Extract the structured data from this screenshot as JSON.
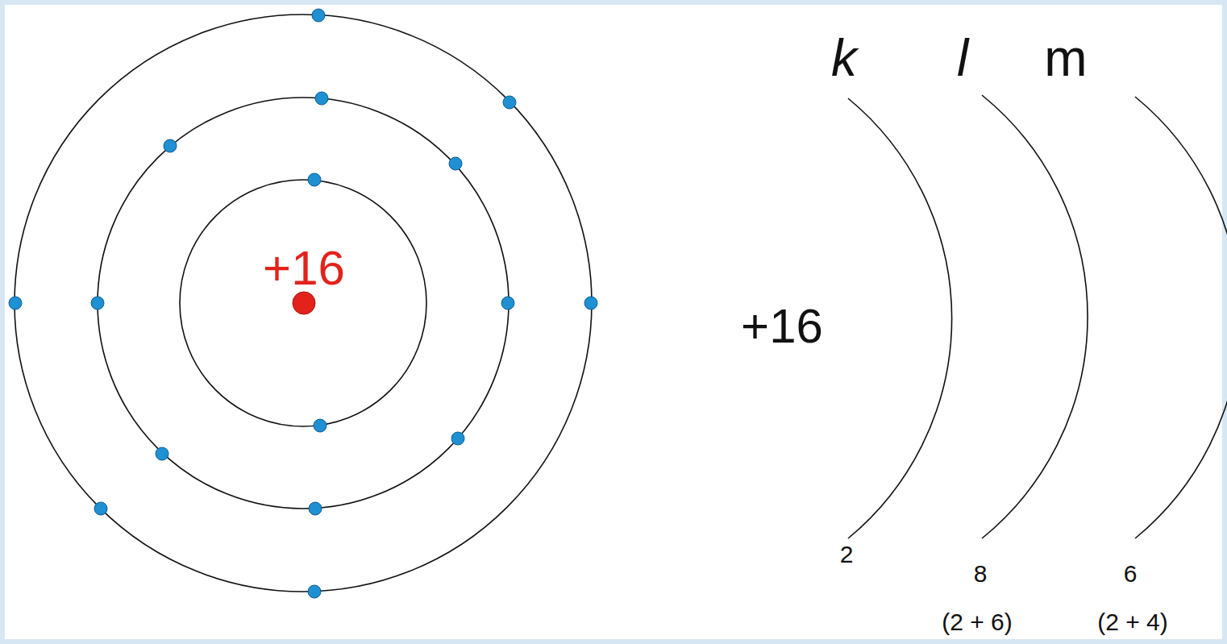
{
  "diagram": {
    "nodes": [
      {
        "text": [
          "+16"
        ]
      }
    ],
    "labels": [
      "+16",
      "k",
      "l",
      "m",
      "2",
      "8",
      "6",
      "(2 + 6)",
      "(2 + 4)"
    ]
  }
}
